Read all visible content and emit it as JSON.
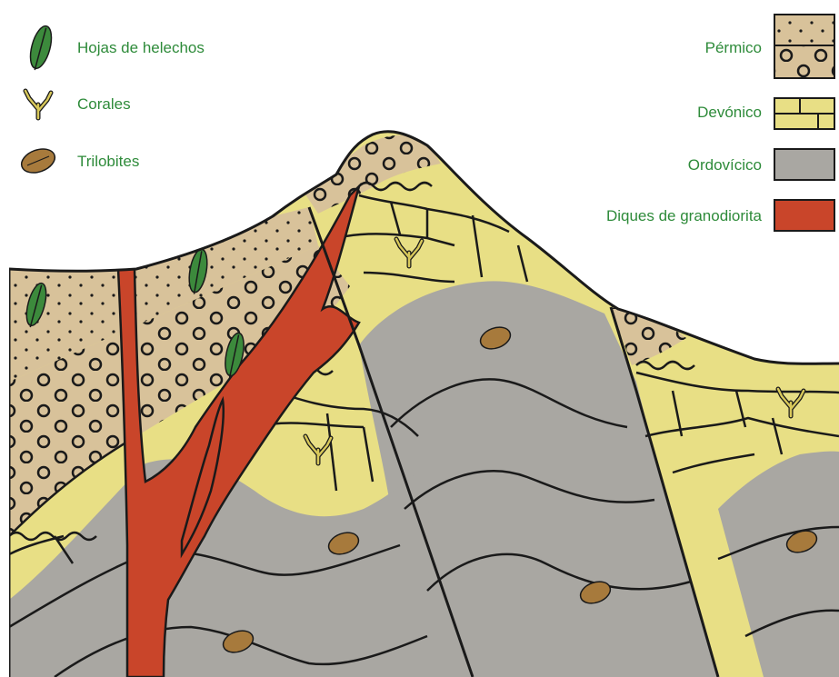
{
  "legend_fossils": [
    {
      "label": "Hojas de helechos",
      "icon": "fern-leaf-icon"
    },
    {
      "label": "Corales",
      "icon": "coral-icon"
    },
    {
      "label": "Trilobites",
      "icon": "trilobite-icon"
    }
  ],
  "legend_units": [
    {
      "label": "Pérmico",
      "pattern": "dots-and-pebbles",
      "color": "#d8c29a"
    },
    {
      "label": "Devónico",
      "pattern": "brick-limestone",
      "color": "#e8df85"
    },
    {
      "label": "Ordovícico",
      "pattern": "plain",
      "color": "#a9a7a2"
    },
    {
      "label": "Diques de granodiorita",
      "pattern": "plain",
      "color": "#c9452a"
    }
  ],
  "colors": {
    "label_text": "#2e8b3a",
    "permian": "#d8c29a",
    "devonian": "#e8df85",
    "ordovician": "#a9a7a2",
    "dike": "#c9452a",
    "outline": "#1a1a1a"
  }
}
